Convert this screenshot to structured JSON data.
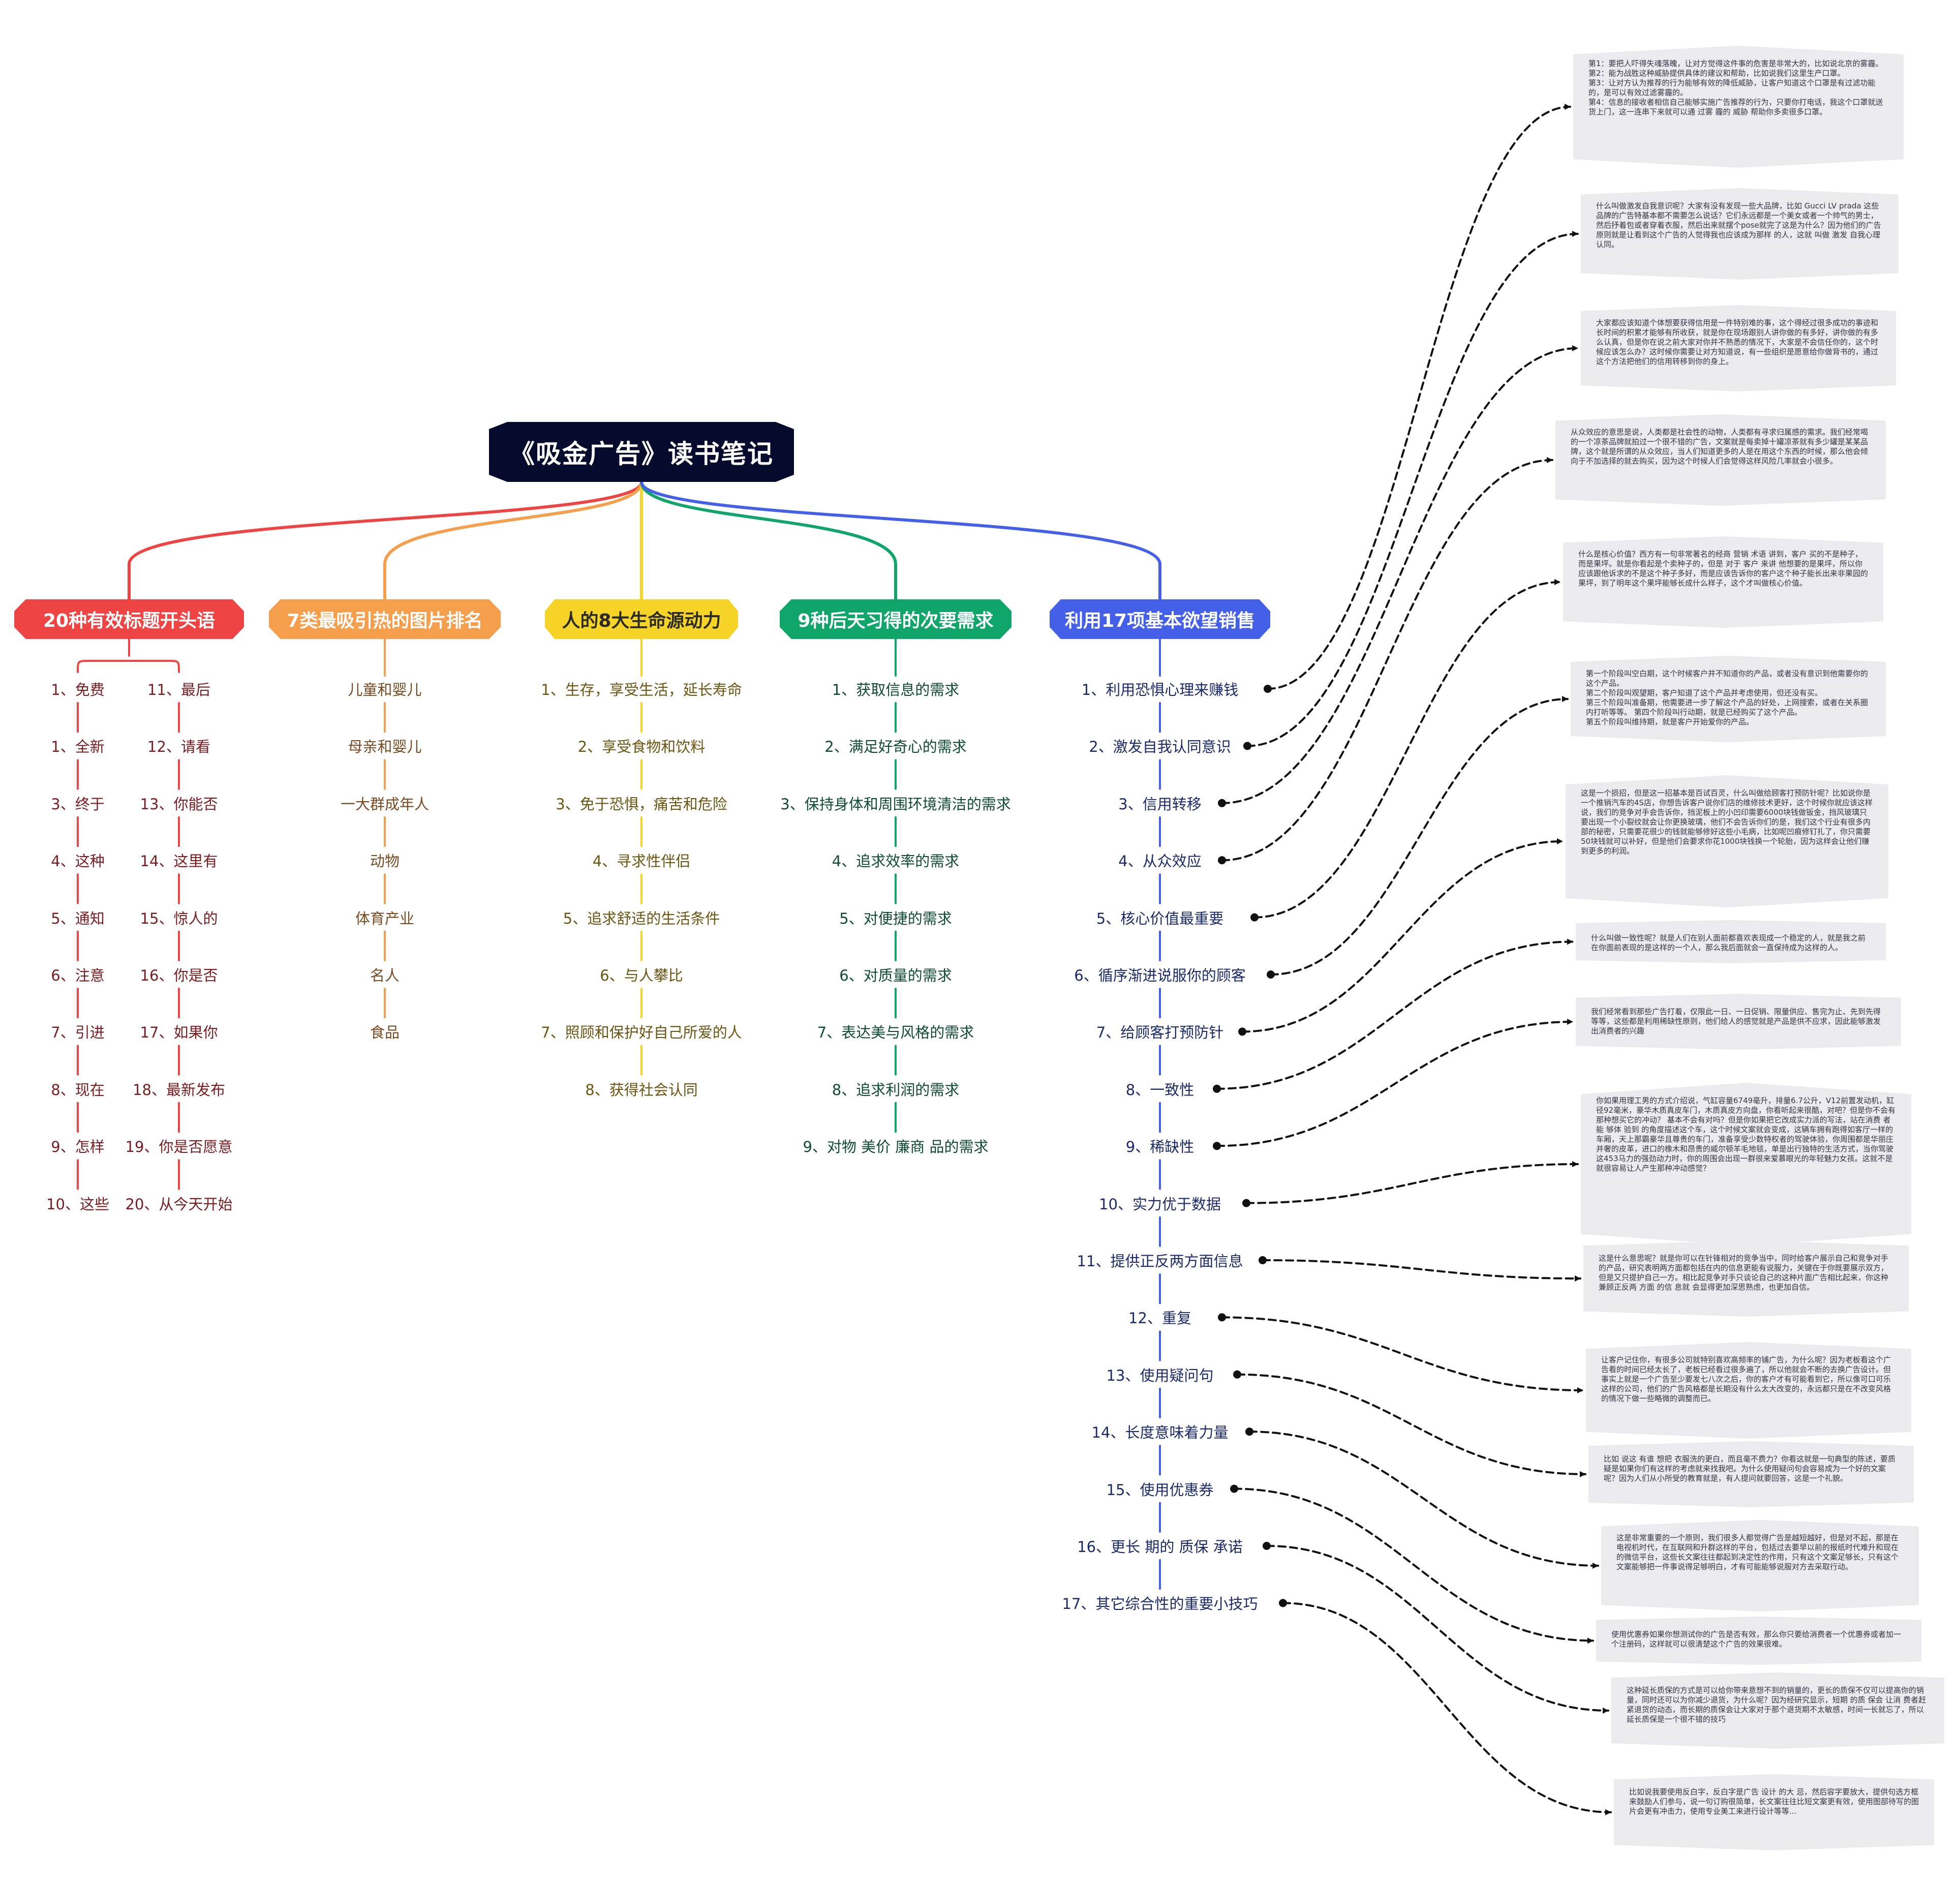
{
  "root": {
    "title": "《吸金广告》读书笔记"
  },
  "colors": {
    "root": "#060b2e",
    "branches": [
      "#ef4444",
      "#f59e4c",
      "#f5d327",
      "#10a56a",
      "#4460e8"
    ],
    "leaf_text": [
      "#7a1c20",
      "#7a4a20",
      "#6b5510",
      "#0f4b34",
      "#1b2a6b"
    ],
    "note_bg": "#ebeaee",
    "connector": "#111111"
  },
  "branches": [
    {
      "label": "20种有效标题开头语",
      "columns": [
        [
          "1、免费",
          "1、全新",
          "3、终于",
          "4、这种",
          "5、通知",
          "6、注意",
          "7、引进",
          "8、现在",
          "9、怎样",
          "10、这些"
        ],
        [
          "11、最后",
          "12、请看",
          "13、你能否",
          "14、这里有",
          "15、惊人的",
          "16、你是否",
          "17、如果你",
          "18、最新发布",
          "19、你是否愿意",
          "20、从今天开始"
        ]
      ]
    },
    {
      "label": "7类最吸引热的图片排名",
      "items": [
        "儿童和婴儿",
        "母亲和婴儿",
        "一大群成年人",
        "动物",
        "体育产业",
        "名人",
        "食品"
      ]
    },
    {
      "label": "人的8大生命源动力",
      "items": [
        "1、生存，享受生活，延长寿命",
        "2、享受食物和饮料",
        "3、免于恐惧，痛苦和危险",
        "4、寻求性伴侣",
        "5、追求舒适的生活条件",
        "6、与人攀比",
        "7、照顾和保护好自己所爱的人",
        "8、获得社会认同"
      ]
    },
    {
      "label": "9种后天习得的次要需求",
      "items": [
        "1、获取信息的需求",
        "2、满足好奇心的需求",
        "3、保持身体和周围环境清洁的需求",
        "4、追求效率的需求",
        "5、对便捷的需求",
        "6、对质量的需求",
        "7、表达美与风格的需求",
        "8、追求利润的需求",
        "9、对物 美价 廉商 品的需求"
      ]
    },
    {
      "label": "利用17项基本欲望销售",
      "items": [
        "1、利用恐惧心理来赚钱",
        "2、激发自我认同意识",
        "3、信用转移",
        "4、从众效应",
        "5、核心价值最重要",
        "6、循序渐进说服你的顾客",
        "7、给顾客打预防针",
        "8、一致性",
        "9、稀缺性",
        "10、实力优于数据",
        "11、提供正反两方面信息",
        "12、重复",
        "13、使用疑问句",
        "14、长度意味着力量",
        "15、使用优惠券",
        "16、更长 期的 质保 承诺",
        "17、其它综合性的重要小技巧"
      ]
    }
  ],
  "notes": [
    {
      "lines": [
        "第1：要把人吓得失魂落魄，让对方觉得这件事的危害是非常大的，比如说北京的雾霾。",
        "第2：能为战胜这种威胁提供具体的建议和帮助，比如说我们这里生产口罩。",
        "第3：让对方认为推荐的行为能够有效的降低威胁，让客户知道这个口罩是有过滤功能的，是可以有效过滤雾霾的。",
        "第4：信息的接收者相信自己能够实施广告推荐的行为，只要你打电话，我这个口罩就送货上门，这一连串下来就可以通 过雾 霾的 威胁 帮助你多卖很多口罩。"
      ]
    },
    {
      "lines": [
        "什么叫做激发自我意识呢？大家有没有发现一些大品牌，比如 Gucci LV prada 这些品牌的广告特基本都不需要怎么说话？它们永远都是一个美女或者一个帅气的男士，然后抒着包或者穿着衣服，然后出来就摆个pose就完了这是为什么？因为他们的广告原则就是让看到这个广告的人觉得我也应该成为那样 的人，这就 叫做 激发 自我心理认同。"
      ]
    },
    {
      "lines": [
        "大家都应该知道个体想要获得信用是一件特别难的事，这个得经过很多成功的事迹和长时间的积累才能够有所收获，就是你在现场跟别人讲你做的有多好，讲你做的有多么认真，但是你在说之前大家对你并不熟悉的情况下，大家是不会信任你的，这个时候应该怎么办？这时候你需要让对方知道说，有一些组织是愿意给你做背书的，通过这个方法把他们的信用转移到你的身上。"
      ]
    },
    {
      "lines": [
        "从众效应的意思是说，人类都是社会性的动物，人类都有寻求归属感的需求。我们经常喝的一个凉茶品牌就拍过一个很不错的广告，文案就是每卖掉十罐凉茶就有多少罐是某某品牌，这个就是所谓的从众效应，当人们知道更多的人是在用这个东西的时候，那么他会倾向于不加选择的就去购买，因为这个时候人们会觉得这样风险几率就会小很多。"
      ]
    },
    {
      "lines": [
        "什么是核心价值？西方有一句非常著名的经商 营销 术语 讲到，客户 买的不是种子，而是果坪。就是你看起是个卖种子的，但是 对于 客户 来讲 他想要的是果坪，所以你应该跟他诉求的不是这个种子多好，而是应该告诉你的客户这个种子能长出来非果园的果坪，到了明年这个果坪能够长成什么样子，这个才叫做核心价值。"
      ]
    },
    {
      "lines": [
        "第一个阶段叫空白期，这个时候客户并不知道你的产品，或者没有意识到他需要你的这个产品。",
        "第二个阶段叫观望期，客户知道了这个产品并考虑使用，但还没有买。",
        "第三个阶段叫准备期，他需要进一步了解这个产品的好处，上网搜索，或者在关系圈内打听等等。    第四个阶段叫行动期，就是已经购买了这个产品。",
        "第五个阶段叫维持期，就是客户开始爱你的产品。"
      ]
    },
    {
      "lines": [
        "这是一个损招，但是这一招基本是百试百灵，什么叫做给顾客打预防针呢？比如说你是一个推销汽车的4S店，你想告诉客户说你们店的维修技术更好，这个时候你就应该这样说，我们的竞争对手会告诉你，挡泥板上的小凹印需要6000块钱做钣金，挡风玻璃只要出现一个小裂纹就会让你更换玻璃，他们不会告诉你们的是，我们这个行业有很多内部的秘密，只需要花很少的钱就能够修好这些小毛病，比如呢凹痕修钉扎了，你只需要50块钱就可以补好，但是他们会要求你花1000块钱换一个轮胎，因为这样会让他们赚到更多的利润。"
      ]
    },
    {
      "lines": [
        "什么叫做一致性呢？就是人们在别人面前都喜欢表现成一个稳定的人，就是我之前在你面前表现的是这样的一个人，那么我后面就会一直保持成为这样的人。"
      ]
    },
    {
      "lines": [
        "我们经常看到那些广告打着，仅限此一日、一日促销、限量供应、售完为止、先到先得等等，这些都是利用稀缺性原则，他们给人的感觉就是产品是供不应求，因此能够激发出消费者的兴趣"
      ]
    },
    {
      "lines": [
        "你如果用理工男的方式介绍说，气缸容量6749毫升，排量6.7公升，V12前置发动机，缸径92毫米，豪华木质真皮车门，木质真皮方向盘，你看听起来很酷，对吧？但是你不会有那种想买它的冲动？ 基本不会有对吗？但是你如果把它改成实力派的写法，站在消费 者能 够体 验到 的角度描述这个车，这个时候文案就会变成，这辆车拥有跑得如客厅一样的车厢，天上那霸豪华且尊贵的车门，准备享受少数特权者的驾驶体验，你周围都是华丽庄并奢的皮革，进口的橡木和昂贵的威尔顿羊毛地毯，单是出行独特的生活方式，当你驾驶这453马力的强劲动力时，你的周围会出现一群很来爱慕眼光的年轻魅力女孩。这就不是就很容易让人产生那种冲动感觉？"
      ]
    },
    {
      "lines": [
        "这是什么意思呢？就是你可以在针锋相对的竞争当中，同时给客户展示自己和竞争对手的产品，研究表明两方面都包括在内的信息更能有说服力，关键在于你既要展示双方，但是又只提护自己一方。相比起竞争对手只谈论自己的这种片面广告相比起来，你这种兼顾正反两 方面 的信 息就 会显得更加深思熟虑，也更加自信。"
      ]
    },
    {
      "lines": [
        "让客户记住你，有很多公司就特别喜欢高频率的铺广告，为什么呢？因为老板看这个广告看的时间已经太长了，老板已经看过很多遍了，所以他就会不断的去换广告设计。但事实上就是一个广告至少要发七八次之后，你的客户才有可能看到它，所以像可口可乐这样的公司，他们的广告风格都是长期没有什么太大改变的，永远都只是在不改变风格的情况下做一些略微的调整而已。"
      ]
    },
    {
      "lines": [
        "比如 说这 有谁 想把 衣服洗的更白，而且毫不费力？你看这就是一句典型的陈述，要质疑是如果你们有这样的考虑就来找我吧。为什么使用疑问句会容易成为一个好的文案呢？因为人们从小所受的教育就是，有人提问就要回答，这是一个礼貌。"
      ]
    },
    {
      "lines": [
        "这是非常重要的一个原则，我们很多人都觉得广告是越短越好，但是对不起，那是在电视机时代，在互联网和升群这样的平台，包括过去要早以前的报纸时代难升和现在的微信平台，这些长文案往往都起到决定性的作用，只有这个文案足够长，只有这个文案能够把一件事说得足够明白，才有可能能够说服对方去采取行动。"
      ]
    },
    {
      "lines": [
        "使用优惠券如果你想测试你的广告是否有效，那么你只要给消费者一个优惠券或者加一个注册码，这样就可以很清楚这个广告的效果很难。"
      ]
    },
    {
      "lines": [
        "这种延长质保的方式是可以给你带来意想不到的销量的，更长的质保不仅可以提高你的销量，同时还可以为你减少退货，为什么呢？因为经研究显示，短期 的质 保会 让消 费者赶紧退货的动态，而长期的质保会让大家对于那个退货期不太敏感，时间一长就忘了，所以延长质保是一个很不错的技巧"
      ]
    },
    {
      "lines": [
        "比如说我要使用反白字，反白字是广告 设计 的大 忌，然后容字要放大，提供句选方框来鼓励人们参与，说一句订购很简单，长文案往往比短文案更有效，使用图部待写的图片会更有冲击力，使用专业美工来进行设计等等..."
      ]
    }
  ]
}
